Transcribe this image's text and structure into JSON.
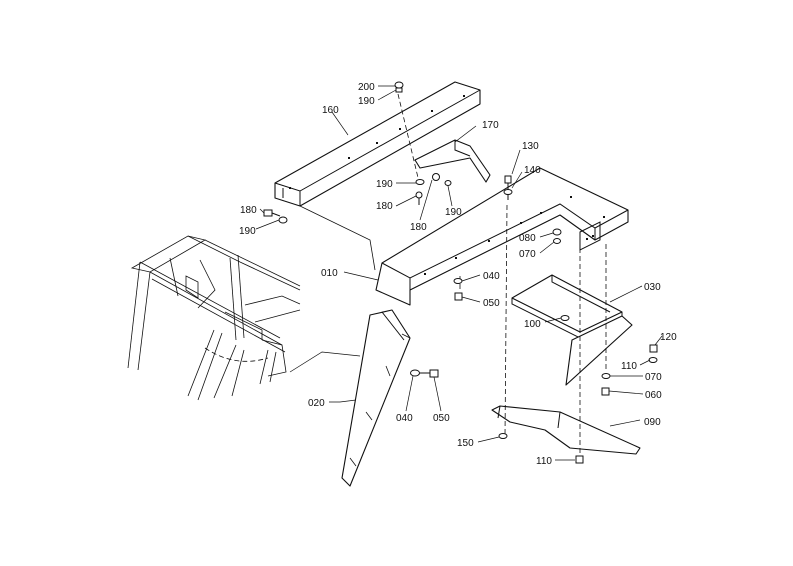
{
  "labels": {
    "p200": "200",
    "p190_top": "190",
    "p160": "160",
    "p170": "170",
    "p130": "130",
    "p140": "140",
    "p190_a": "190",
    "p180_a": "180",
    "p190_b": "190",
    "p180_b": "180",
    "p180_left": "180",
    "p190_left": "190",
    "p080": "080",
    "p070_a": "070",
    "p010": "010",
    "p040_a": "040",
    "p050_a": "050",
    "p030": "030",
    "p100": "100",
    "p120": "120",
    "p110_a": "110",
    "p070_b": "070",
    "p060": "060",
    "p020": "020",
    "p040_b": "040",
    "p050_b": "050",
    "p090": "090",
    "p150": "150",
    "p110_b": "110"
  }
}
